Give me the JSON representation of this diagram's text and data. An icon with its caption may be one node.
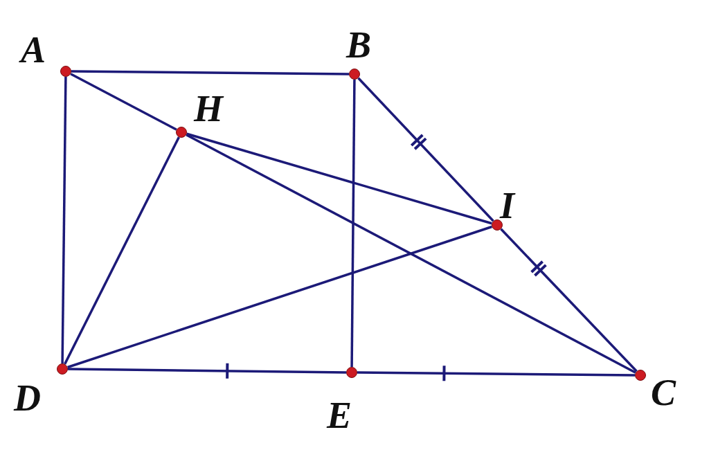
{
  "diagram": {
    "nodes": [
      {
        "text": [],
        "shape": "circle",
        "beside": [
          "A"
        ]
      },
      {
        "text": [],
        "shape": "circle",
        "beside": [
          "B"
        ]
      },
      {
        "text": [],
        "shape": "circle",
        "beside": [
          "H"
        ]
      },
      {
        "text": [],
        "shape": "circle",
        "beside": [
          "I"
        ]
      },
      {
        "text": [],
        "shape": "circle",
        "beside": [
          "D"
        ]
      },
      {
        "text": [],
        "shape": "circle",
        "beside": [
          "E"
        ]
      },
      {
        "text": [],
        "shape": "circle",
        "beside": [
          "C"
        ]
      }
    ],
    "edges": [
      {
        "from": 0,
        "to": 1,
        "arrow": "none"
      },
      {
        "from": 0,
        "to": 4,
        "arrow": "none"
      },
      {
        "from": 1,
        "to": 5,
        "arrow": "none"
      },
      {
        "from": 1,
        "to": 3,
        "arrow": "none"
      },
      {
        "from": 3,
        "to": 6,
        "arrow": "none"
      },
      {
        "from": 0,
        "to": 2,
        "arrow": "none"
      },
      {
        "from": 2,
        "to": 6,
        "arrow": "none"
      },
      {
        "from": 4,
        "to": 2,
        "arrow": "none"
      },
      {
        "from": 2,
        "to": 3,
        "arrow": "none"
      },
      {
        "from": 4,
        "to": 3,
        "arrow": "none"
      },
      {
        "from": 4,
        "to": 5,
        "arrow": "none"
      },
      {
        "from": 5,
        "to": 6,
        "arrow": "none"
      }
    ]
  }
}
